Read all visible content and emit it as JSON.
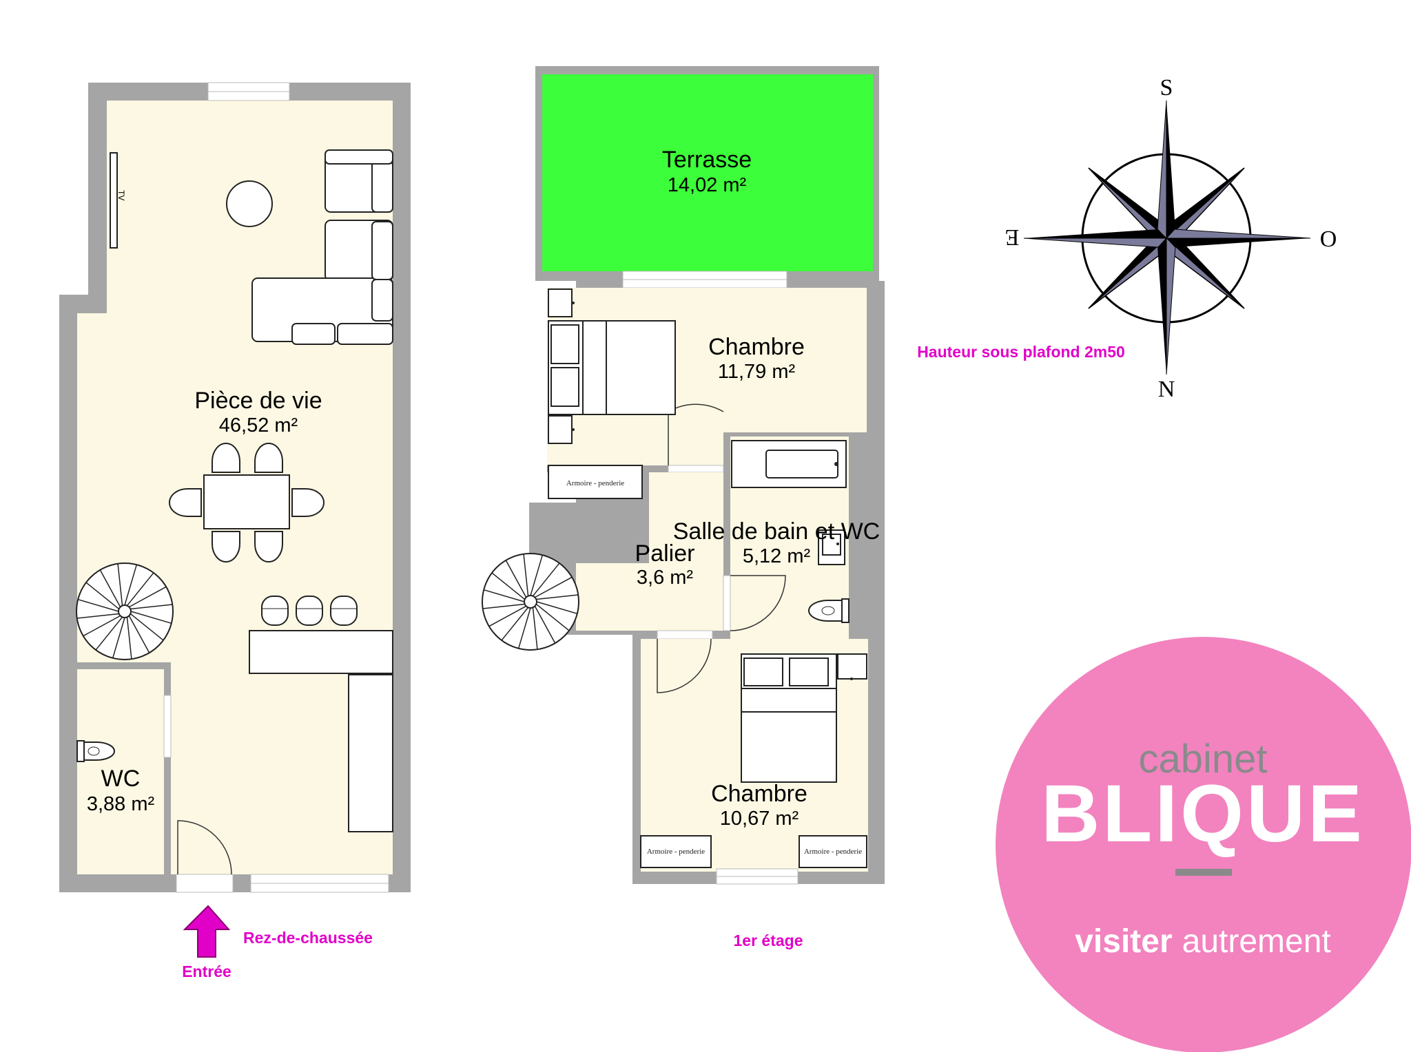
{
  "ground_floor": {
    "label": "Rez-de-chaussée",
    "entrance_label": "Entrée",
    "rooms": {
      "living": {
        "name": "Pièce de vie",
        "area": "46,52 m²"
      },
      "wc": {
        "name": "WC",
        "area": "3,88 m²"
      }
    },
    "tv_label": "TV"
  },
  "first_floor": {
    "label": "1er étage",
    "rooms": {
      "terrace": {
        "name": "Terrasse",
        "area": "14,02 m²"
      },
      "bedroom1": {
        "name": "Chambre",
        "area": "11,79 m²"
      },
      "bathroom": {
        "name": "Salle de bain et WC",
        "area": "5,12 m²"
      },
      "landing": {
        "name": "Palier",
        "area": "3,6 m²"
      },
      "bedroom2": {
        "name": "Chambre",
        "area": "10,67 m²"
      }
    },
    "wardrobes": [
      "Armoire - penderie",
      "Armoire - penderie",
      "Armoire - penderie"
    ]
  },
  "ceiling_height": "Hauteur sous plafond 2m50",
  "compass": {
    "top": "S",
    "bottom": "N",
    "left": "E",
    "right": "O"
  },
  "logo": {
    "line1": "cabinet",
    "line2": "BLIQUE",
    "tagline_bold": "visiter",
    "tagline_rest": "autrement"
  },
  "colors": {
    "wall": "#a5a5a5",
    "floor": "#fcf8e3",
    "terrace": "#3dfe3a",
    "accent": "#e100c8",
    "logo_bg": "#f283bf"
  }
}
